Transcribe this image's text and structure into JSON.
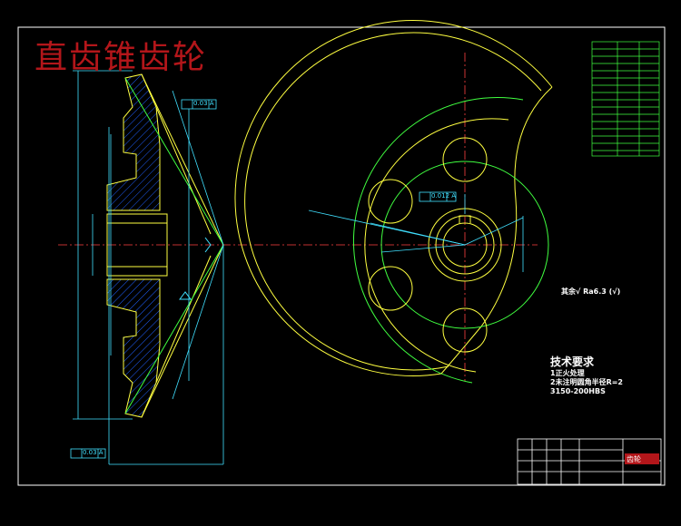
{
  "drawing": {
    "title": "直齿锥齿轮",
    "other_roughness": "其余√ Ra6.3 (√)",
    "tech_requirements": {
      "heading": "技术要求",
      "lines": [
        "1正火处理",
        "2未注明圆角半径R=2",
        "3150-200HBS"
      ]
    },
    "tolerance_frames": [
      "0.03 A",
      "0.012 A",
      "0.03 A"
    ],
    "datum": "A",
    "title_block_part": "齿轮"
  },
  "colors": {
    "background": "#000000",
    "border": "#ffffff",
    "outline": "#ffff40",
    "secondary": "#40ff40",
    "dimension": "#40e0ff",
    "center_line": "#ff4040",
    "hatch": "#2060ff",
    "title_red": "#b3161a"
  },
  "icons": [
    "surface-roughness-symbol",
    "datum-triangle"
  ]
}
